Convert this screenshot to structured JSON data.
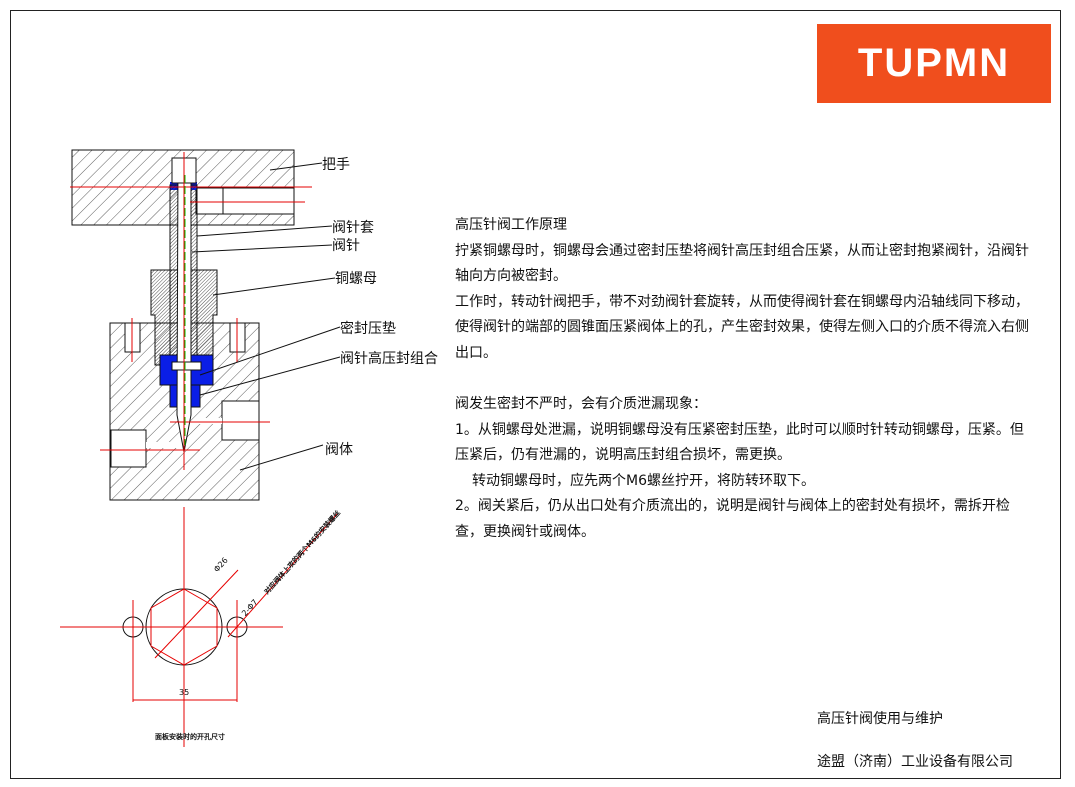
{
  "logo": {
    "text": "TUPMN",
    "color": "#f04e1d"
  },
  "diagram": {
    "labels": {
      "handle": "把手",
      "needle_sleeve": "阀针套",
      "needle": "阀针",
      "copper_nut": "铜螺母",
      "seal_gasket": "密封压垫",
      "high_pressure_seal": "阀针高压封组合",
      "valve_body": "阀体"
    },
    "panel": {
      "diameter_label": "Φ26",
      "holes_label": "2-Φ7",
      "holes_note": "对应阀体上攻的两个M6的安装螺丝",
      "spacing_label": "35",
      "caption": "面板安装时的开孔尺寸"
    }
  },
  "content": {
    "title": "高压针阀工作原理",
    "p1": "拧紧铜螺母时，铜螺母会通过密封压垫将阀针高压封组合压紧，从而让密封抱紧阀针，沿阀针轴向方向被密封。",
    "p2": "工作时，转动针阀把手，带不对劲阀针套旋转，从而使得阀针套在铜螺母内沿轴线同下移动，使得阀针的端部的圆锥面压紧阀体上的孔，产生密封效果，使得左侧入口的介质不得流入右侧出口。",
    "leak_title": "阀发生密封不严时，会有介质泄漏现象：",
    "item1": "1。从铜螺母处泄漏，说明铜螺母没有压紧密封压垫，此时可以顺时针转动铜螺母，压紧。但压紧后，仍有泄漏的，说明高压封组合损坏，需更换。",
    "item1_note": "转动铜螺母时，应先两个M6螺丝拧开，将防转环取下。",
    "item2": "2。阀关紧后，仍从出口处有介质流出的，说明是阀针与阀体上的密封处有损坏，需拆开检查，更换阀针或阀体。"
  },
  "footer": {
    "doc_title": "高压针阀使用与维护",
    "company": "途盟（济南）工业设备有限公司"
  },
  "colors": {
    "seal": "#0a1ee6",
    "centerline": "#e60000",
    "axis": "#00c000"
  }
}
